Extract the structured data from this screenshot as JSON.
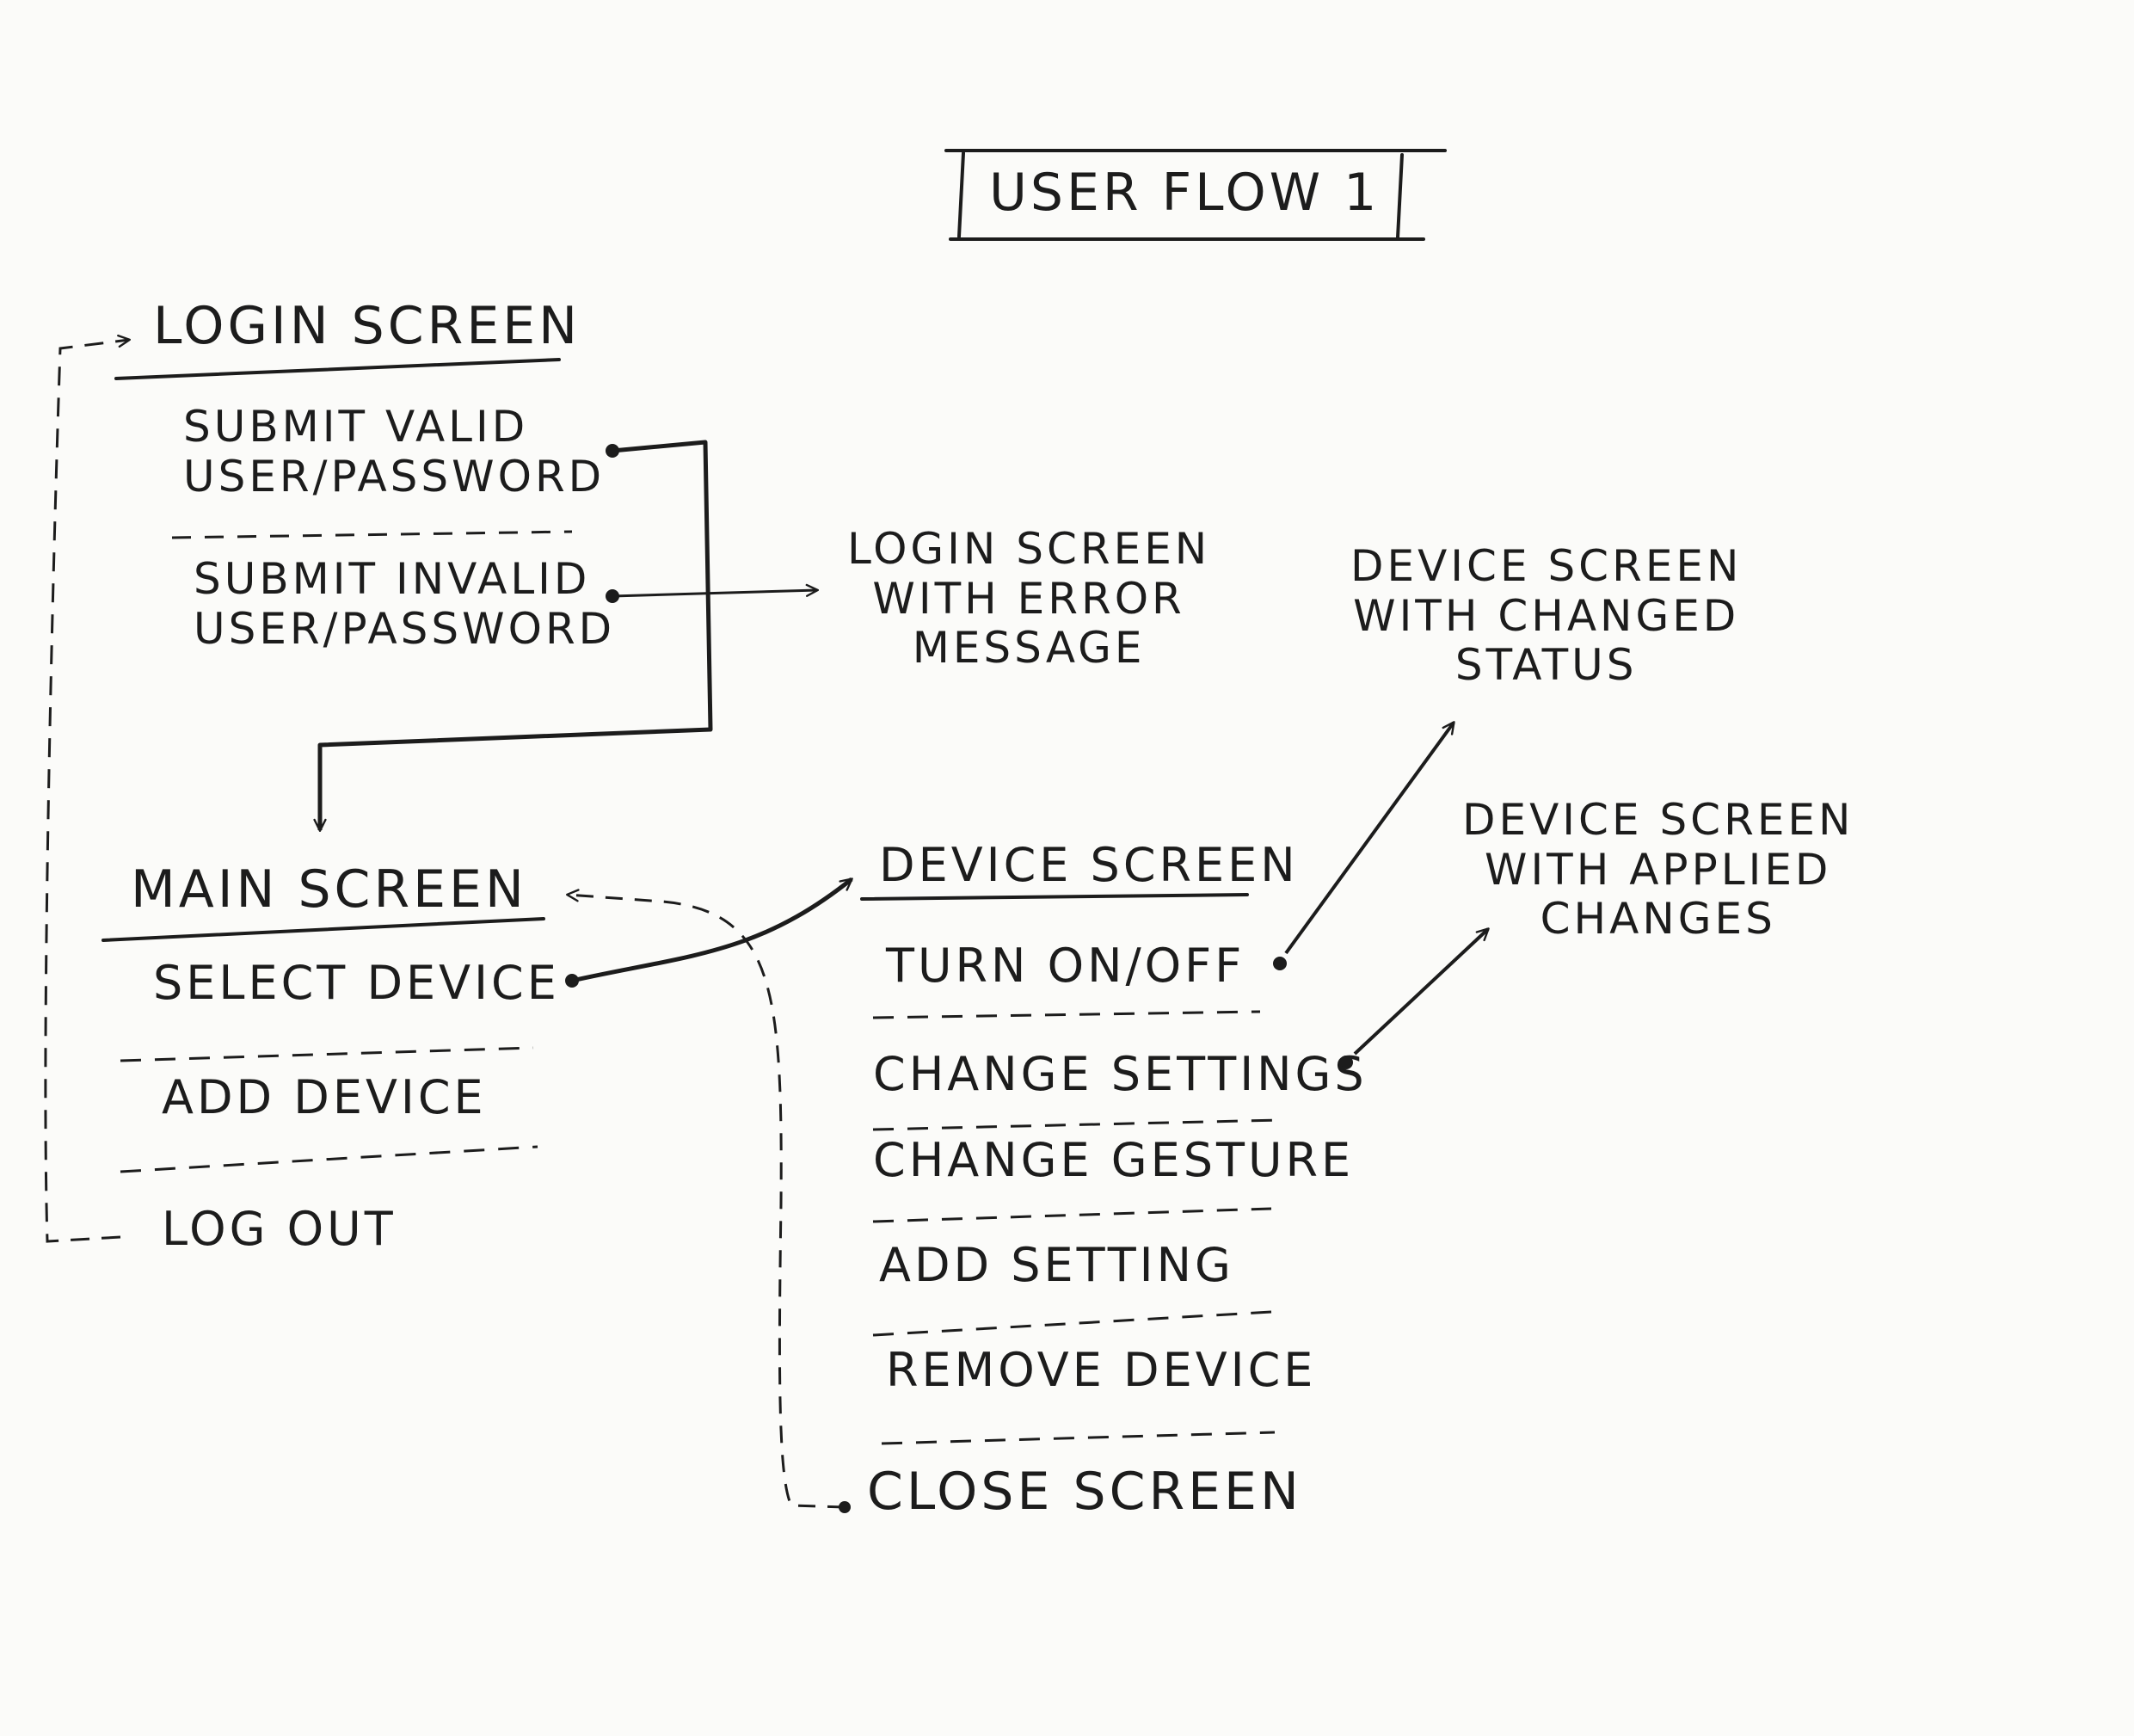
{
  "title": "USER FLOW 1",
  "login_screen": {
    "heading": "LOGIN SCREEN",
    "options": [
      "SUBMIT VALID\nUSER/PASSWORD",
      "SUBMIT INVALID\nUSER/PASSWORD"
    ]
  },
  "login_error": "LOGIN SCREEN\nWITH ERROR\nMESSAGE",
  "main_screen": {
    "heading": "MAIN SCREEN",
    "options": [
      "SELECT DEVICE",
      "ADD DEVICE",
      "LOG OUT"
    ]
  },
  "device_screen": {
    "heading": "DEVICE SCREEN",
    "options": [
      "TURN ON/OFF",
      "CHANGE SETTINGS",
      "CHANGE GESTURE",
      "ADD SETTING",
      "REMOVE DEVICE",
      "CLOSE SCREEN"
    ]
  },
  "device_changed_status": "DEVICE SCREEN\nWITH CHANGED\nSTATUS",
  "device_applied_changes": "DEVICE SCREEN\nWITH APPLIED\nCHANGES",
  "colors": {
    "paper": "#fbfbf9",
    "ink": "#1c1c1c"
  }
}
